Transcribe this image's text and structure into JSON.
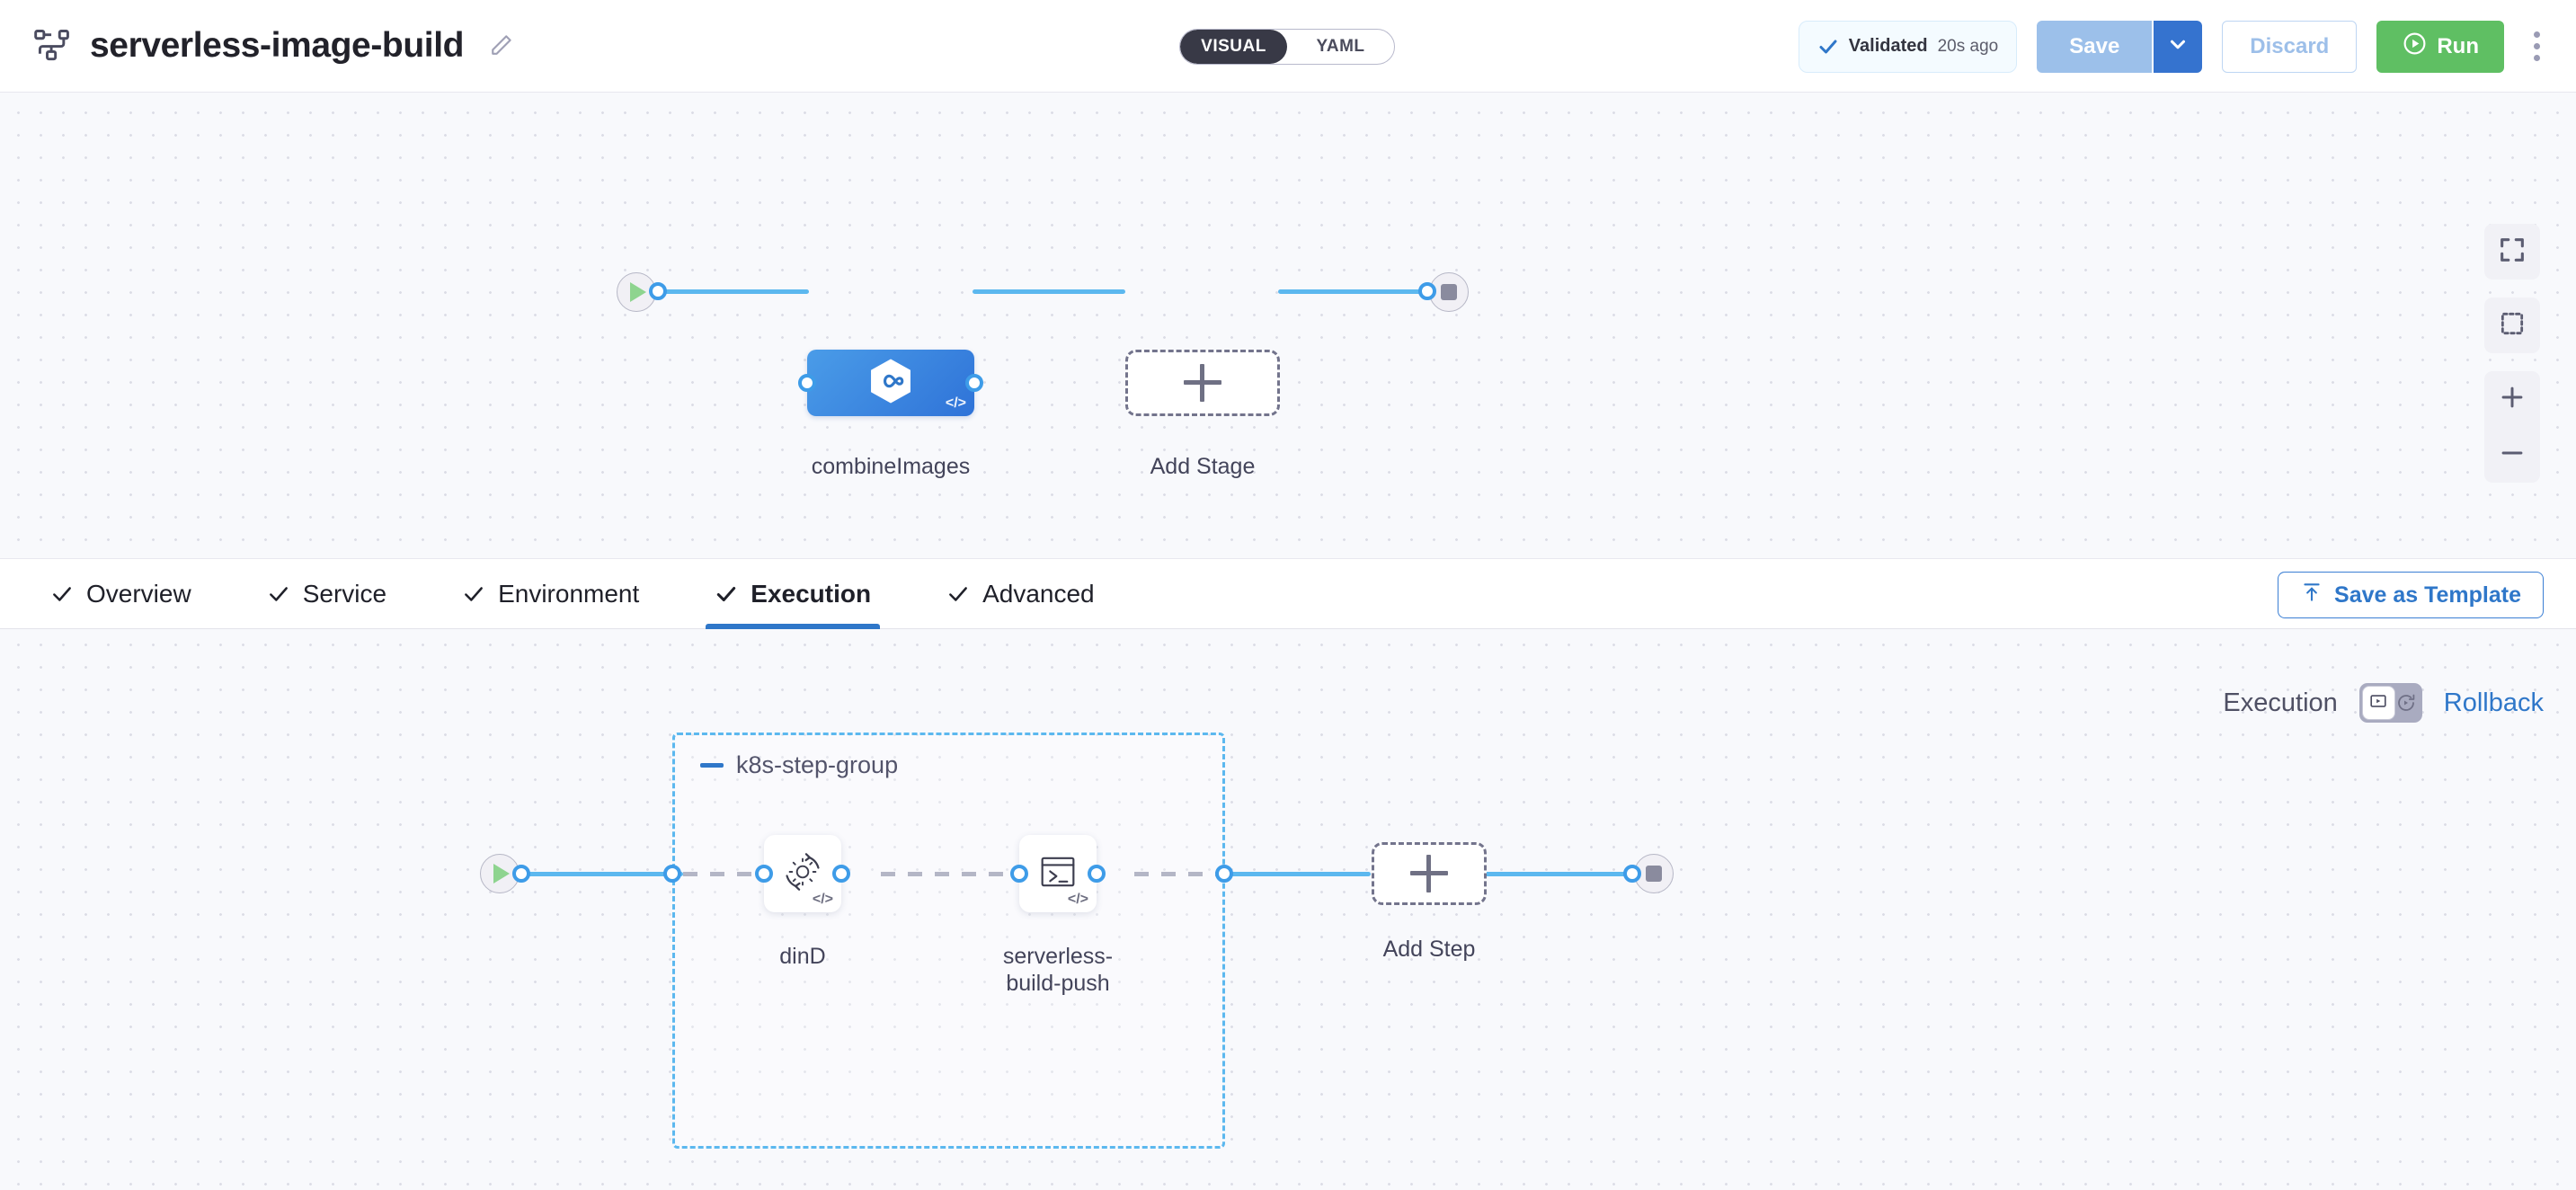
{
  "header": {
    "pipeline_icon": "pipeline-nodes-icon",
    "title": "serverless-image-build",
    "edit_icon": "pencil-edit-icon",
    "mode_toggle": {
      "visual": "VISUAL",
      "yaml": "YAML",
      "selected": "VISUAL"
    },
    "validation": {
      "icon": "check-icon",
      "status": "Validated",
      "time": "20s ago"
    },
    "save_label": "Save",
    "save_caret_icon": "chevron-down-icon",
    "discard_label": "Discard",
    "run_label": "Run",
    "run_icon": "play-circle-icon",
    "more_icon": "kebab-menu-icon"
  },
  "colors": {
    "accent_blue": "#2f77c9",
    "edge_blue": "#5cb8ef",
    "stage_node_blue": "#3a86e0",
    "run_green": "#5fbf63",
    "save_disabled": "#9cc0ea",
    "canvas_bg": "#f8f9fc",
    "group_border": "#5cb8ef"
  },
  "stage_canvas": {
    "start_node": {
      "name": "pipeline-start",
      "icon": "play-icon"
    },
    "end_node": {
      "name": "pipeline-end",
      "icon": "stop-icon"
    },
    "stages": [
      {
        "label": "combineImages",
        "icon": "hexagon-infinity-icon",
        "badge": "</>",
        "selected": true
      }
    ],
    "add_stage": {
      "label": "Add Stage",
      "icon": "plus-icon"
    }
  },
  "tabs": [
    {
      "label": "Overview",
      "checked": true,
      "active": false
    },
    {
      "label": "Service",
      "checked": true,
      "active": false
    },
    {
      "label": "Environment",
      "checked": true,
      "active": false
    },
    {
      "label": "Execution",
      "checked": true,
      "active": true
    },
    {
      "label": "Advanced",
      "checked": true,
      "active": false
    }
  ],
  "save_as_template": {
    "label": "Save as Template",
    "icon": "upload-template-icon"
  },
  "execution_panel": {
    "toggle": {
      "left_label": "Execution",
      "right_label": "Rollback",
      "selected": "Execution",
      "left_icon": "execution-icon",
      "right_icon": "rollback-icon"
    },
    "start_node": {
      "name": "execution-start",
      "icon": "play-icon"
    },
    "end_node": {
      "name": "execution-end",
      "icon": "stop-icon"
    },
    "step_group": {
      "title": "k8s-step-group",
      "collapse_icon": "minus-icon",
      "steps": [
        {
          "label": "dinD",
          "icon": "gear-rotate-icon",
          "badge": "</>"
        },
        {
          "label": "serverless-\nbuild-push",
          "icon": "terminal-icon",
          "badge": "</>"
        }
      ]
    },
    "add_step": {
      "label": "Add Step",
      "icon": "plus-icon"
    }
  },
  "canvas_controls": [
    {
      "name": "fit-to-screen-button",
      "icon": "fullscreen-icon"
    },
    {
      "name": "selection-box-button",
      "icon": "marquee-select-icon"
    },
    {
      "name": "zoom-in-button",
      "icon": "plus-icon"
    },
    {
      "name": "zoom-out-button",
      "icon": "minus-icon"
    }
  ]
}
